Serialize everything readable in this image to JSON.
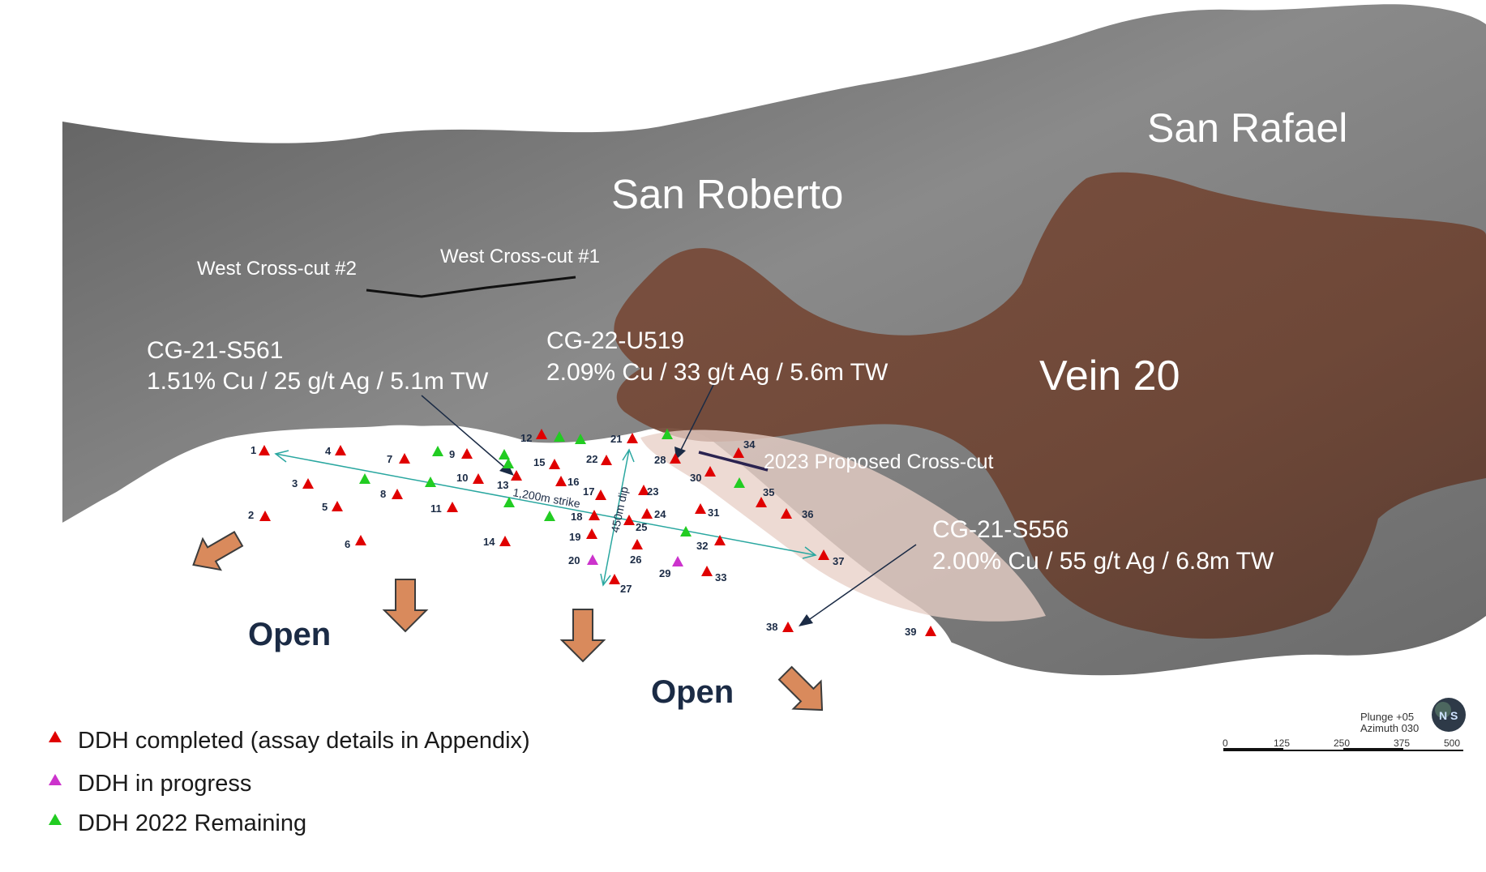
{
  "colors": {
    "host_rock": "#6f6f6f",
    "vein_zone": "#7a4a3a",
    "completed": "#e00000",
    "in_progress": "#cc33cc",
    "remaining": "#22cc22",
    "guide_line": "#2aa7a0",
    "open_arrow": "#d98a5c",
    "text_dark": "#1b2b45"
  },
  "zones": {
    "san_rafael": "San Rafael",
    "san_roberto": "San Roberto",
    "vein_20": "Vein 20"
  },
  "cross_cuts": {
    "west_2": "West Cross-cut #2",
    "west_1": "West Cross-cut #1",
    "proposed": "2023 Proposed Cross-cut"
  },
  "intercepts": [
    {
      "hole": "CG-21-S561",
      "assay": "1.51% Cu / 25 g/t Ag / 5.1m TW"
    },
    {
      "hole": "CG-22-U519",
      "assay": "2.09% Cu / 33 g/t Ag / 5.6m TW"
    },
    {
      "hole": "CG-21-S556",
      "assay": "2.00% Cu / 55 g/t Ag / 6.8m TW"
    }
  ],
  "dimensions": {
    "strike": "1,200m strike",
    "dip": "450m dip"
  },
  "open_label": "Open",
  "legend": {
    "completed": "DDH completed (assay details in Appendix)",
    "in_progress": "DDH in progress",
    "remaining": "DDH 2022 Remaining"
  },
  "orientation": {
    "plunge": "Plunge +05",
    "azimuth": "Azimuth 030",
    "compass_letters": "N S"
  },
  "scale_bar": {
    "ticks": [
      "0",
      "125",
      "250",
      "375",
      "500"
    ]
  },
  "drill_holes": [
    {
      "id": "1",
      "status": "completed"
    },
    {
      "id": "2",
      "status": "completed"
    },
    {
      "id": "3",
      "status": "completed"
    },
    {
      "id": "4",
      "status": "completed"
    },
    {
      "id": "5",
      "status": "completed"
    },
    {
      "id": "6",
      "status": "completed"
    },
    {
      "id": "7",
      "status": "completed"
    },
    {
      "id": "8",
      "status": "completed"
    },
    {
      "id": "9",
      "status": "completed"
    },
    {
      "id": "10",
      "status": "completed"
    },
    {
      "id": "11",
      "status": "completed"
    },
    {
      "id": "12",
      "status": "completed"
    },
    {
      "id": "13",
      "status": "completed"
    },
    {
      "id": "14",
      "status": "completed"
    },
    {
      "id": "15",
      "status": "completed"
    },
    {
      "id": "16",
      "status": "completed"
    },
    {
      "id": "17",
      "status": "completed"
    },
    {
      "id": "18",
      "status": "completed"
    },
    {
      "id": "19",
      "status": "completed"
    },
    {
      "id": "20",
      "status": "in_progress"
    },
    {
      "id": "21",
      "status": "completed"
    },
    {
      "id": "22",
      "status": "completed"
    },
    {
      "id": "23",
      "status": "completed"
    },
    {
      "id": "24",
      "status": "completed"
    },
    {
      "id": "25",
      "status": "completed"
    },
    {
      "id": "26",
      "status": "completed"
    },
    {
      "id": "27",
      "status": "completed"
    },
    {
      "id": "28",
      "status": "completed"
    },
    {
      "id": "29",
      "status": "in_progress"
    },
    {
      "id": "30",
      "status": "completed"
    },
    {
      "id": "31",
      "status": "completed"
    },
    {
      "id": "32",
      "status": "completed"
    },
    {
      "id": "33",
      "status": "completed"
    },
    {
      "id": "34",
      "status": "completed"
    },
    {
      "id": "35",
      "status": "completed"
    },
    {
      "id": "36",
      "status": "completed"
    },
    {
      "id": "37",
      "status": "completed"
    },
    {
      "id": "38",
      "status": "completed"
    },
    {
      "id": "39",
      "status": "completed"
    }
  ],
  "remaining_holes_count": 12
}
